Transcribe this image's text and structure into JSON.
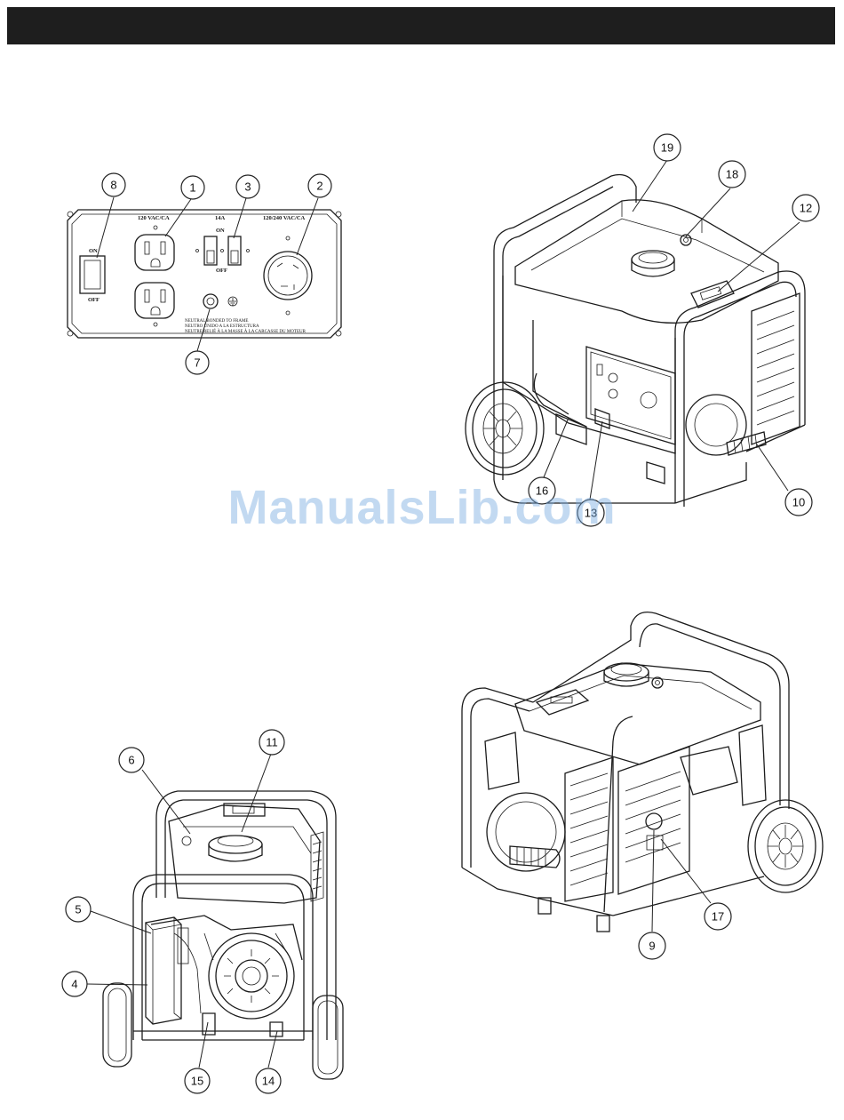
{
  "panel": {
    "receptacle_label": "120 VAC/CA",
    "breaker_label": "14A",
    "twistlock_label": "120/240 VAC/CA",
    "on_label": "ON",
    "off_label": "OFF",
    "switch_on": "ON",
    "switch_off": "OFF",
    "switch_on_glyph": "I",
    "switch_off_glyph": "O",
    "neutral_line1": "NEUTRAL BONDED TO FRAME",
    "neutral_line2": "NEUTRO UNIDO A LA ESTRUCTURA",
    "neutral_line3": "NEUTRE RELIÉ À LA MASSE À LA CARCASSE DU MOTEUR"
  },
  "callouts": {
    "c1": "1",
    "c2": "2",
    "c3": "3",
    "c4": "4",
    "c5": "5",
    "c6": "6",
    "c7": "7",
    "c8": "8",
    "c9": "9",
    "c10": "10",
    "c11": "11",
    "c12": "12",
    "c13": "13",
    "c14": "14",
    "c15": "15",
    "c16": "16",
    "c17": "17",
    "c18": "18",
    "c19": "19"
  },
  "watermark": "ManualsLib.com"
}
